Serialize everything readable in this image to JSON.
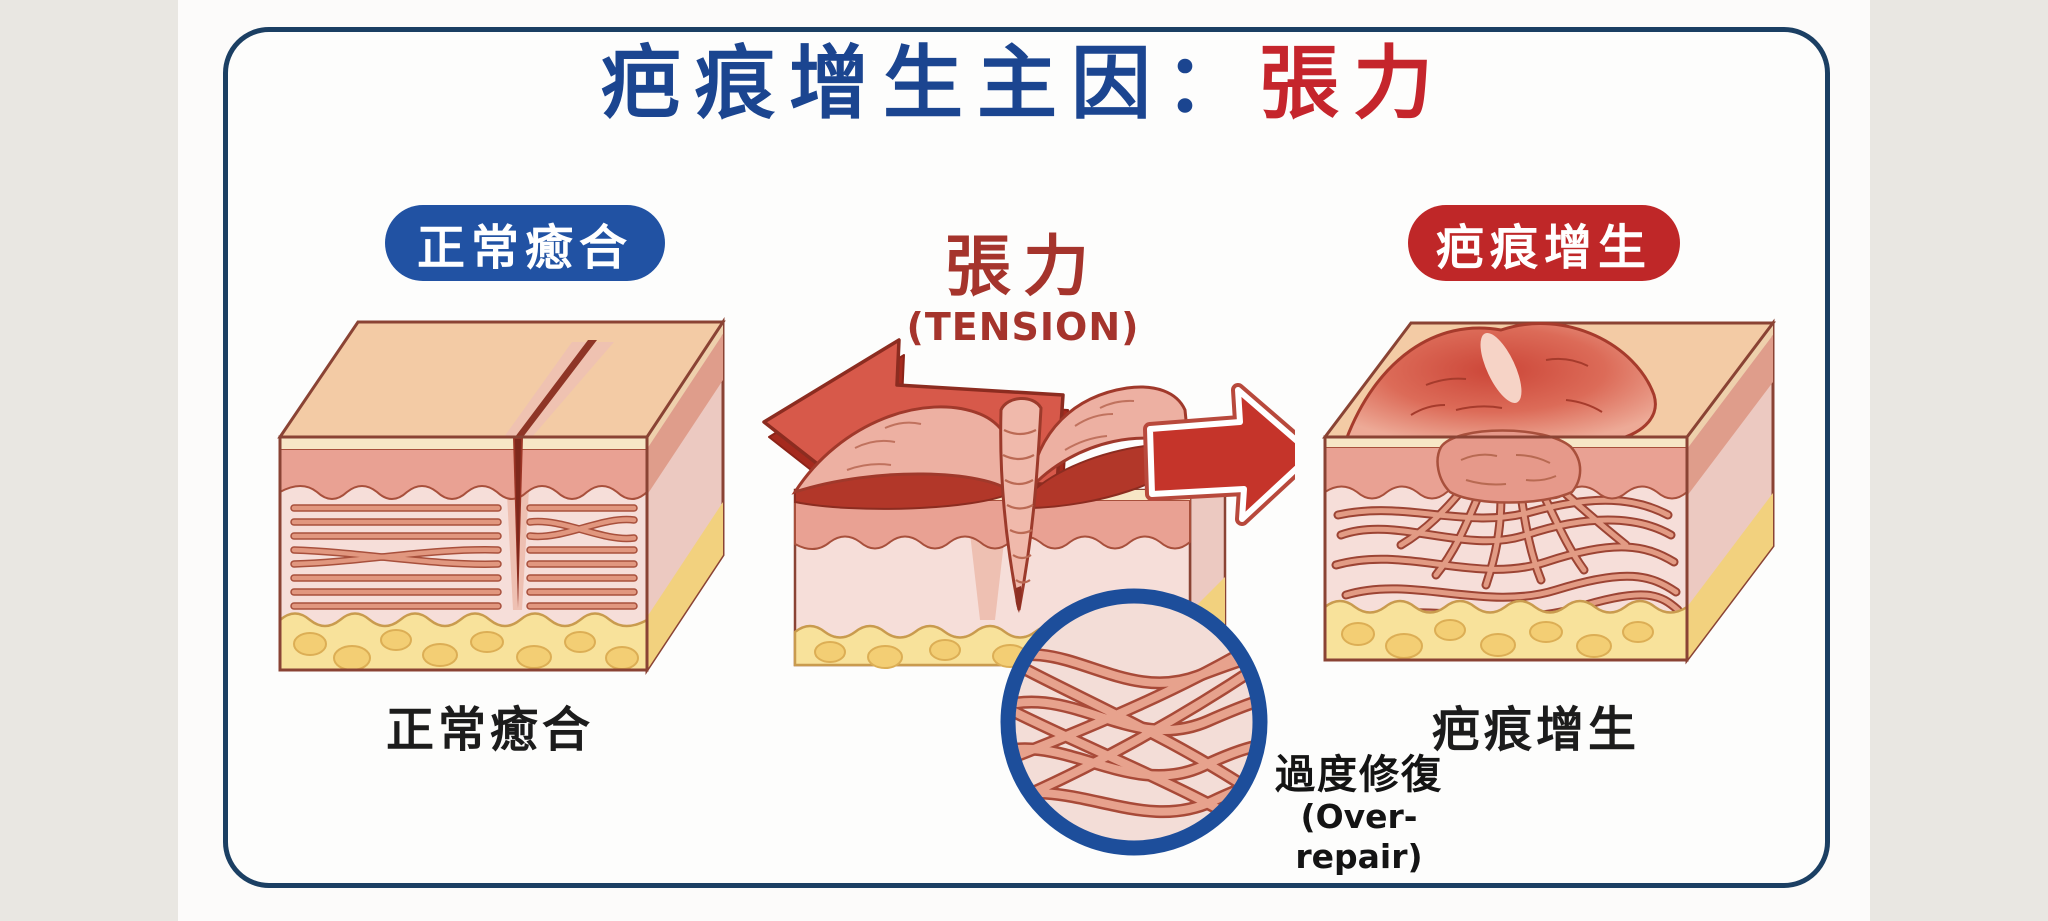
{
  "page": {
    "title_prefix": "疤痕增生主因：",
    "title_highlight": "張力"
  },
  "left_panel": {
    "badge": "正常癒合",
    "caption": "正常癒合"
  },
  "center_panel": {
    "tension_label": "張力",
    "tension_label_en": "(TENSION)",
    "magnifier_label": "過度修復",
    "magnifier_label_en": "(Over-repair)"
  },
  "right_panel": {
    "badge": "疤痕增生",
    "caption": "疤痕增生"
  },
  "colors": {
    "title_blue": "#1b4590",
    "title_red": "#c5252c",
    "badge_blue": "#2152a3",
    "badge_red": "#bf2728",
    "tension_red": "#a5342c",
    "caption_black": "#1c1c1c",
    "card_border_navy": "#1b3f63",
    "magnifier_ring_blue": "#1d4e9b",
    "arrow_red": "#c5342a",
    "side_band_gray": "#e9e7e2"
  }
}
